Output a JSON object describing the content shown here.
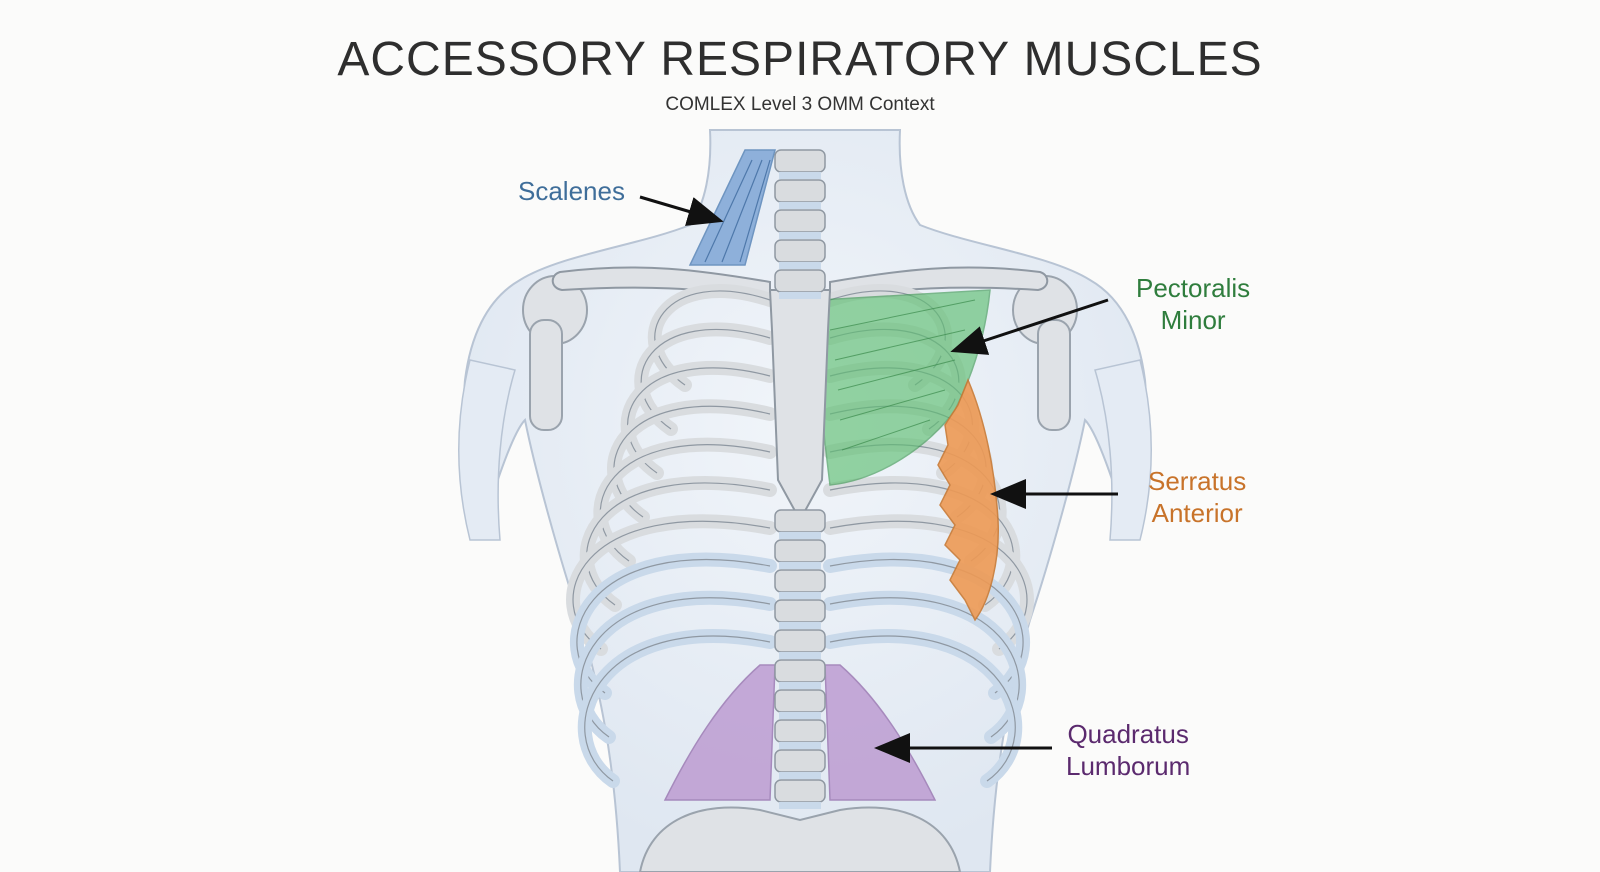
{
  "header": {
    "title": "ACCESSORY RESPIRATORY MUSCLES",
    "subtitle": "COMLEX Level 3 OMM Context"
  },
  "labels": {
    "scalenes": {
      "lines": [
        "Scalenes"
      ],
      "color": "#3f6e9a"
    },
    "pectoralis_minor": {
      "lines": [
        "Pectoralis",
        "Minor"
      ],
      "color": "#2f7d3d"
    },
    "serratus_anterior": {
      "lines": [
        "Serratus",
        "Anterior"
      ],
      "color": "#c8732a"
    },
    "quadratus_lumborum": {
      "lines": [
        "Quadratus",
        "Lumborum"
      ],
      "color": "#5b2a6e"
    }
  },
  "colors": {
    "skin": "#e8eef6",
    "bone": "#d9dcdf",
    "cartilage": "#c9d9ea",
    "scalenes": "#7fa6d6",
    "pectoralis": "#5fbf73",
    "serratus": "#ee9a55",
    "quadratus": "#b58ccb"
  }
}
